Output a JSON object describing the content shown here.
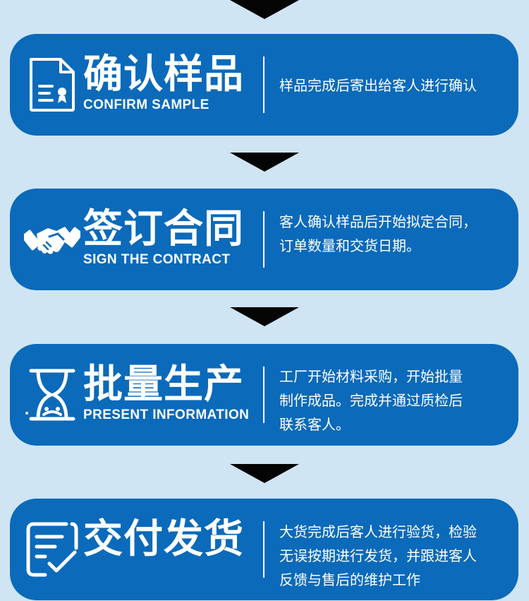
{
  "colors": {
    "background": "#cfe5f4",
    "card": "#0b6aba",
    "arrow": "#050505",
    "text": "#ffffff"
  },
  "steps": [
    {
      "icon": "document-seal-icon",
      "title_zh": "确认样品",
      "title_en": "CONFIRM SAMPLE",
      "description": "样品完成后寄出给客人进行确认"
    },
    {
      "icon": "handshake-icon",
      "title_zh": "签订合同",
      "title_en": "SIGN THE CONTRACT",
      "description": "客人确认样品后开始拟定合同，\n订单数量和交货日期。"
    },
    {
      "icon": "hourglass-icon",
      "title_zh": "批量生产",
      "title_en": "PRESENT INFORMATION",
      "description": "工厂开始材料采购，开始批量\n制作成品。完成并通过质检后\n联系客人。"
    },
    {
      "icon": "checklist-icon",
      "title_zh": "交付发货",
      "title_en": "",
      "description": "大货完成后客人进行验货，检验\n无误按期进行发货，并跟进客人\n反馈与售后的维护工作"
    }
  ]
}
